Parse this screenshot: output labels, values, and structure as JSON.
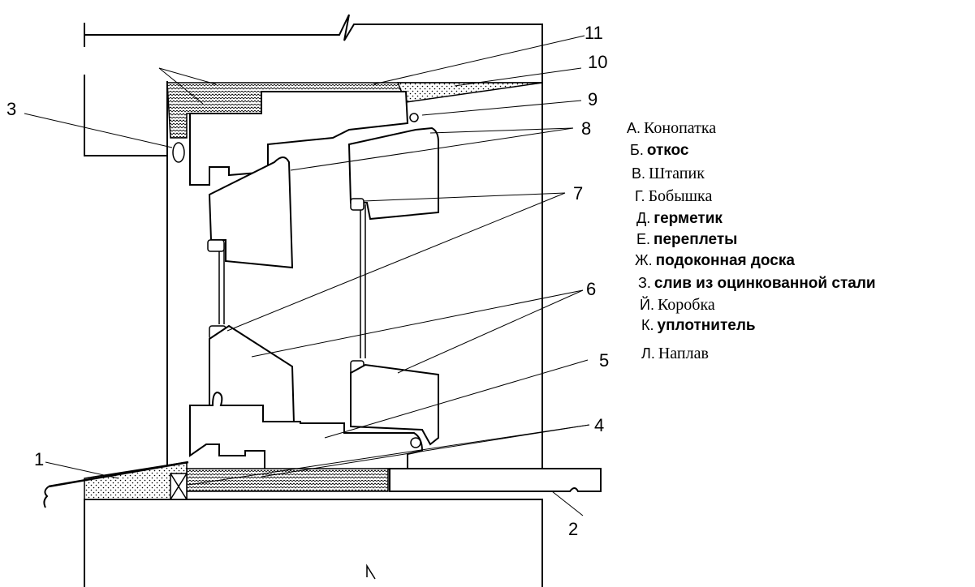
{
  "diagram": {
    "callouts": [
      "1",
      "2",
      "3",
      "4",
      "5",
      "6",
      "7",
      "8",
      "9",
      "10",
      "11"
    ],
    "legend": [
      {
        "letter": "А.",
        "term": "Конопатка"
      },
      {
        "letter": "Б.",
        "term": "откос"
      },
      {
        "letter": "В.",
        "term": "Штапик"
      },
      {
        "letter": "Г.",
        "term": "Бобышка"
      },
      {
        "letter": "Д.",
        "term": "герметик"
      },
      {
        "letter": "Е.",
        "term": "переплеты"
      },
      {
        "letter": "Ж.",
        "term": "подоконная доска"
      },
      {
        "letter": "З.",
        "term": "слив из оцинкованной стали"
      },
      {
        "letter": "Й.",
        "term": "Коробка"
      },
      {
        "letter": "К.",
        "term": "уплотнитель"
      },
      {
        "letter": "Л.",
        "term": "Наплав"
      }
    ]
  }
}
